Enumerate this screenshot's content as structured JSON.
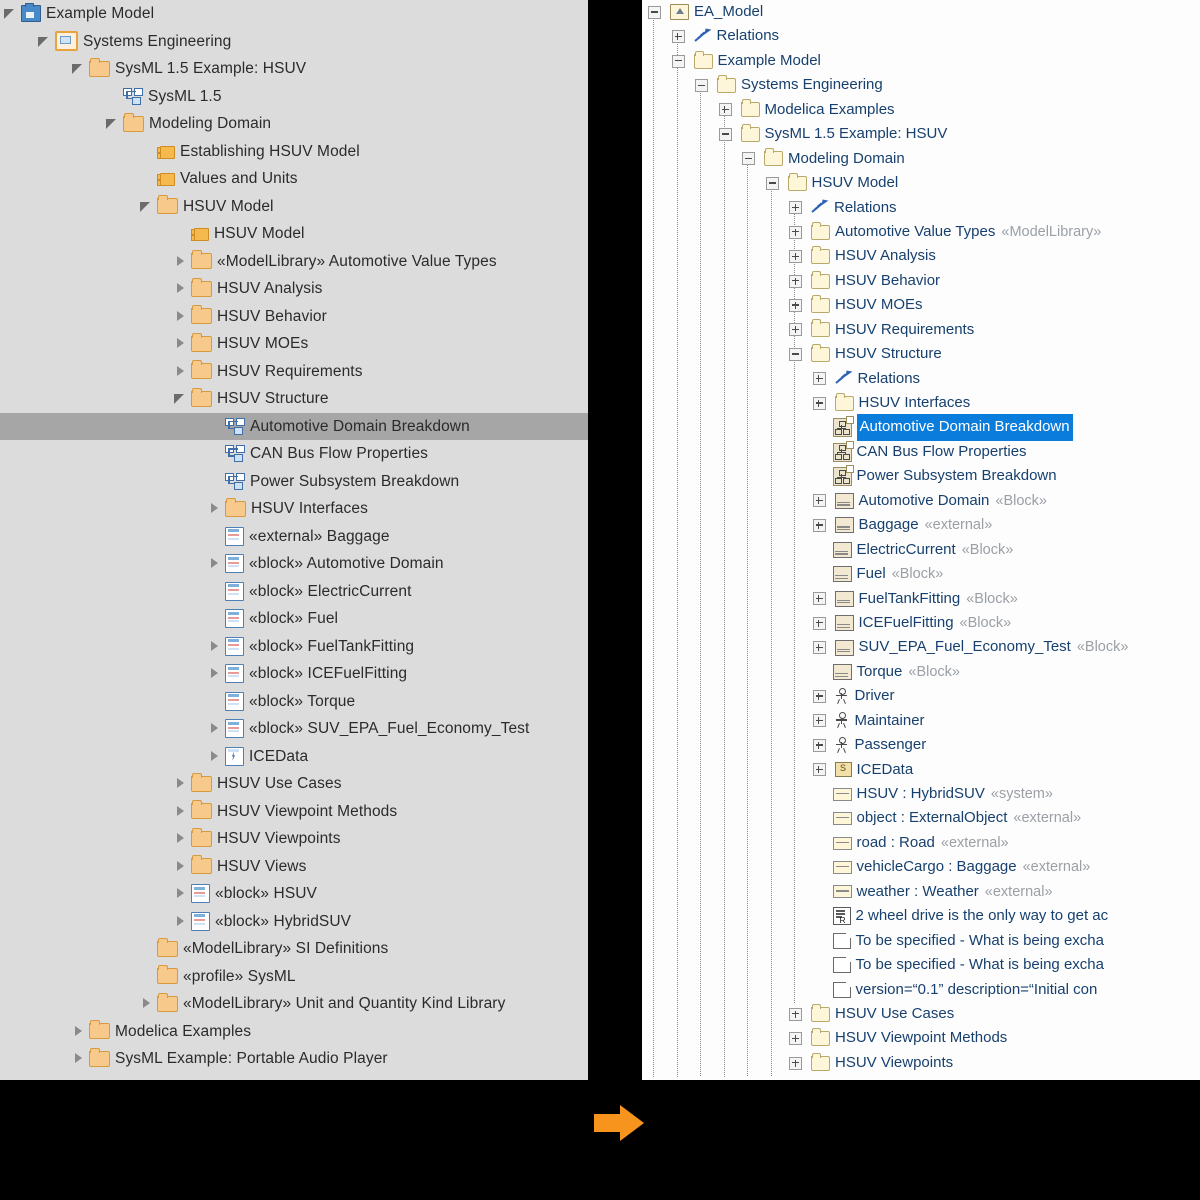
{
  "left_tree": {
    "panel_name": "MagicDraw Containment Tree",
    "selected": "Automotive Domain Breakdown",
    "rows": [
      {
        "depth": 0,
        "twisty": "expanded",
        "icon": "project-icon",
        "label": "Example Model"
      },
      {
        "depth": 1,
        "twisty": "expanded",
        "icon": "profile-icon",
        "label": "Systems Engineering"
      },
      {
        "depth": 2,
        "twisty": "expanded",
        "icon": "folder-icon",
        "label": "SysML 1.5 Example: HSUV"
      },
      {
        "depth": 3,
        "twisty": "none",
        "icon": "diagram-icon",
        "label": "SysML 1.5"
      },
      {
        "depth": 3,
        "twisty": "expanded",
        "icon": "folder-icon",
        "label": "Modeling Domain"
      },
      {
        "depth": 4,
        "twisty": "none",
        "icon": "package-component-icon",
        "label": "Establishing HSUV Model"
      },
      {
        "depth": 4,
        "twisty": "none",
        "icon": "package-component-icon",
        "label": "Values and Units"
      },
      {
        "depth": 4,
        "twisty": "expanded",
        "icon": "folder-icon",
        "label": "HSUV Model"
      },
      {
        "depth": 5,
        "twisty": "none",
        "icon": "package-component-icon",
        "label": "HSUV Model"
      },
      {
        "depth": 5,
        "twisty": "collapsed",
        "icon": "folder-icon",
        "label": "«ModelLibrary» Automotive Value Types"
      },
      {
        "depth": 5,
        "twisty": "collapsed",
        "icon": "folder-icon",
        "label": "HSUV Analysis"
      },
      {
        "depth": 5,
        "twisty": "collapsed",
        "icon": "folder-icon",
        "label": "HSUV Behavior"
      },
      {
        "depth": 5,
        "twisty": "collapsed",
        "icon": "folder-icon",
        "label": "HSUV MOEs"
      },
      {
        "depth": 5,
        "twisty": "collapsed",
        "icon": "folder-icon",
        "label": "HSUV Requirements"
      },
      {
        "depth": 5,
        "twisty": "expanded",
        "icon": "folder-icon",
        "label": "HSUV Structure"
      },
      {
        "depth": 6,
        "twisty": "none",
        "icon": "diagram-icon",
        "label": "Automotive Domain Breakdown",
        "selected": true
      },
      {
        "depth": 6,
        "twisty": "none",
        "icon": "diagram-icon",
        "label": "CAN Bus Flow Properties"
      },
      {
        "depth": 6,
        "twisty": "none",
        "icon": "diagram-icon",
        "label": "Power Subsystem Breakdown"
      },
      {
        "depth": 6,
        "twisty": "collapsed",
        "icon": "folder-icon",
        "label": "HSUV Interfaces"
      },
      {
        "depth": 6,
        "twisty": "none",
        "icon": "block-icon",
        "label": "«external» Baggage"
      },
      {
        "depth": 6,
        "twisty": "collapsed",
        "icon": "block-icon",
        "label": "«block» Automotive Domain"
      },
      {
        "depth": 6,
        "twisty": "none",
        "icon": "block-icon",
        "label": "«block» ElectricCurrent"
      },
      {
        "depth": 6,
        "twisty": "none",
        "icon": "block-icon",
        "label": "«block» Fuel"
      },
      {
        "depth": 6,
        "twisty": "collapsed",
        "icon": "block-icon",
        "label": "«block» FuelTankFitting"
      },
      {
        "depth": 6,
        "twisty": "collapsed",
        "icon": "block-icon",
        "label": "«block» ICEFuelFitting"
      },
      {
        "depth": 6,
        "twisty": "none",
        "icon": "block-icon",
        "label": "«block» Torque"
      },
      {
        "depth": 6,
        "twisty": "collapsed",
        "icon": "block-icon",
        "label": "«block» SUV_EPA_Fuel_Economy_Test"
      },
      {
        "depth": 6,
        "twisty": "collapsed",
        "icon": "icedata-icon",
        "label": "ICEData"
      },
      {
        "depth": 5,
        "twisty": "collapsed",
        "icon": "folder-icon",
        "label": "HSUV Use Cases"
      },
      {
        "depth": 5,
        "twisty": "collapsed",
        "icon": "folder-icon",
        "label": "HSUV Viewpoint Methods"
      },
      {
        "depth": 5,
        "twisty": "collapsed",
        "icon": "folder-icon",
        "label": "HSUV Viewpoints"
      },
      {
        "depth": 5,
        "twisty": "collapsed",
        "icon": "folder-icon",
        "label": "HSUV Views"
      },
      {
        "depth": 5,
        "twisty": "collapsed",
        "icon": "block-icon",
        "label": "«block» HSUV"
      },
      {
        "depth": 5,
        "twisty": "collapsed",
        "icon": "block-icon",
        "label": "«block» HybridSUV"
      },
      {
        "depth": 4,
        "twisty": "none",
        "icon": "folder-icon",
        "label": "«ModelLibrary» SI Definitions"
      },
      {
        "depth": 4,
        "twisty": "none",
        "icon": "folder-icon",
        "label": "«profile» SysML"
      },
      {
        "depth": 4,
        "twisty": "collapsed",
        "icon": "folder-icon",
        "label": "«ModelLibrary» Unit and Quantity Kind Library"
      },
      {
        "depth": 2,
        "twisty": "collapsed",
        "icon": "folder-icon",
        "label": "Modelica Examples"
      },
      {
        "depth": 2,
        "twisty": "collapsed",
        "icon": "folder-icon",
        "label": "SysML Example: Portable Audio Player"
      }
    ]
  },
  "right_tree": {
    "panel_name": "Enterprise Architect Project Browser",
    "selected": "Automotive Domain Breakdown",
    "rows": [
      {
        "depth": 0,
        "expander": "minus",
        "icon": "root-folder-icon",
        "label": "EA_Model",
        "stereotype": ""
      },
      {
        "depth": 1,
        "expander": "plus",
        "icon": "relations-icon",
        "label": "Relations",
        "stereotype": ""
      },
      {
        "depth": 1,
        "expander": "minus",
        "icon": "folder-icon",
        "label": "Example Model",
        "stereotype": ""
      },
      {
        "depth": 2,
        "expander": "minus",
        "icon": "folder-icon",
        "label": "Systems Engineering",
        "stereotype": ""
      },
      {
        "depth": 3,
        "expander": "plus",
        "icon": "folder-icon",
        "label": "Modelica Examples",
        "stereotype": ""
      },
      {
        "depth": 3,
        "expander": "minus",
        "icon": "folder-icon",
        "label": "SysML 1.5 Example: HSUV",
        "stereotype": ""
      },
      {
        "depth": 4,
        "expander": "minus",
        "icon": "folder-icon",
        "label": "Modeling Domain",
        "stereotype": ""
      },
      {
        "depth": 5,
        "expander": "minus",
        "icon": "folder-icon",
        "label": "HSUV Model",
        "stereotype": ""
      },
      {
        "depth": 6,
        "expander": "plus",
        "icon": "relations-icon",
        "label": "Relations",
        "stereotype": ""
      },
      {
        "depth": 6,
        "expander": "plus",
        "icon": "folder-icon",
        "label": "Automotive Value Types",
        "stereotype": "«ModelLibrary»"
      },
      {
        "depth": 6,
        "expander": "plus",
        "icon": "folder-icon",
        "label": "HSUV Analysis",
        "stereotype": ""
      },
      {
        "depth": 6,
        "expander": "plus",
        "icon": "folder-icon",
        "label": "HSUV Behavior",
        "stereotype": ""
      },
      {
        "depth": 6,
        "expander": "plus",
        "icon": "folder-icon",
        "label": "HSUV MOEs",
        "stereotype": ""
      },
      {
        "depth": 6,
        "expander": "plus",
        "icon": "folder-icon",
        "label": "HSUV Requirements",
        "stereotype": ""
      },
      {
        "depth": 6,
        "expander": "minus",
        "icon": "folder-icon",
        "label": "HSUV Structure",
        "stereotype": ""
      },
      {
        "depth": 7,
        "expander": "plus",
        "icon": "relations-icon",
        "label": "Relations",
        "stereotype": ""
      },
      {
        "depth": 7,
        "expander": "plus",
        "icon": "folder-icon",
        "label": "HSUV Interfaces",
        "stereotype": ""
      },
      {
        "depth": 7,
        "expander": "leaf",
        "icon": "diagram-icon",
        "label": "Automotive Domain Breakdown",
        "stereotype": "",
        "selected": true
      },
      {
        "depth": 7,
        "expander": "leaf",
        "icon": "diagram-icon",
        "label": "CAN Bus Flow Properties",
        "stereotype": ""
      },
      {
        "depth": 7,
        "expander": "leaf",
        "icon": "diagram-icon",
        "label": "Power Subsystem Breakdown",
        "stereotype": ""
      },
      {
        "depth": 7,
        "expander": "plus",
        "icon": "block-icon",
        "label": "Automotive Domain",
        "stereotype": "«Block»"
      },
      {
        "depth": 7,
        "expander": "plus",
        "icon": "block-icon",
        "label": "Baggage",
        "stereotype": "«external»"
      },
      {
        "depth": 7,
        "expander": "leaf",
        "icon": "block-icon",
        "label": "ElectricCurrent",
        "stereotype": "«Block»"
      },
      {
        "depth": 7,
        "expander": "leaf",
        "icon": "block-icon",
        "label": "Fuel",
        "stereotype": "«Block»"
      },
      {
        "depth": 7,
        "expander": "plus",
        "icon": "block-icon",
        "label": "FuelTankFitting",
        "stereotype": "«Block»"
      },
      {
        "depth": 7,
        "expander": "plus",
        "icon": "block-icon",
        "label": "ICEFuelFitting",
        "stereotype": "«Block»"
      },
      {
        "depth": 7,
        "expander": "plus",
        "icon": "block-icon",
        "label": "SUV_EPA_Fuel_Economy_Test",
        "stereotype": "«Block»"
      },
      {
        "depth": 7,
        "expander": "leaf",
        "icon": "block-icon",
        "label": "Torque",
        "stereotype": "«Block»"
      },
      {
        "depth": 7,
        "expander": "plus",
        "icon": "actor-icon",
        "label": "Driver",
        "stereotype": ""
      },
      {
        "depth": 7,
        "expander": "plus",
        "icon": "actor-icon",
        "label": "Maintainer",
        "stereotype": ""
      },
      {
        "depth": 7,
        "expander": "plus",
        "icon": "actor-icon",
        "label": "Passenger",
        "stereotype": ""
      },
      {
        "depth": 7,
        "expander": "plus",
        "icon": "signal-data-icon",
        "label": "ICEData",
        "stereotype": ""
      },
      {
        "depth": 7,
        "expander": "leaf",
        "icon": "part-icon",
        "label": "HSUV : HybridSUV",
        "stereotype": "«system»"
      },
      {
        "depth": 7,
        "expander": "leaf",
        "icon": "part-icon",
        "label": "object : ExternalObject",
        "stereotype": "«external»"
      },
      {
        "depth": 7,
        "expander": "leaf",
        "icon": "part-icon",
        "label": "road : Road",
        "stereotype": "«external»"
      },
      {
        "depth": 7,
        "expander": "leaf",
        "icon": "part-icon",
        "label": "vehicleCargo : Baggage",
        "stereotype": "«external»"
      },
      {
        "depth": 7,
        "expander": "leaf",
        "icon": "part-icon",
        "label": "weather : Weather",
        "stereotype": "«external»"
      },
      {
        "depth": 7,
        "expander": "leaf",
        "icon": "requirement-icon",
        "label": "2 wheel drive is the only way to get ac",
        "stereotype": ""
      },
      {
        "depth": 7,
        "expander": "leaf",
        "icon": "note-icon",
        "label": "To be specified - What is being excha",
        "stereotype": ""
      },
      {
        "depth": 7,
        "expander": "leaf",
        "icon": "note-icon",
        "label": "To be specified - What is being excha",
        "stereotype": ""
      },
      {
        "depth": 7,
        "expander": "leaf",
        "icon": "note-icon",
        "label": "version=“0.1” description=“Initial con",
        "stereotype": ""
      },
      {
        "depth": 6,
        "expander": "plus",
        "icon": "folder-icon",
        "label": "HSUV Use Cases",
        "stereotype": ""
      },
      {
        "depth": 6,
        "expander": "plus",
        "icon": "folder-icon",
        "label": "HSUV Viewpoint Methods",
        "stereotype": ""
      },
      {
        "depth": 6,
        "expander": "plus",
        "icon": "folder-icon",
        "label": "HSUV Viewpoints",
        "stereotype": ""
      }
    ]
  },
  "arrow": {
    "name": "transform-arrow",
    "color": "#F7941E",
    "direction": "right"
  },
  "colors": {
    "left_panel_bg": "#dcdcdc",
    "left_selection": "#a6a6a6",
    "right_panel_bg": "#fdfdfd",
    "right_selection": "#0a7cdb",
    "right_text": "#17406e",
    "stereotype_text": "#9aa0a6",
    "page_bg": "#000000"
  }
}
